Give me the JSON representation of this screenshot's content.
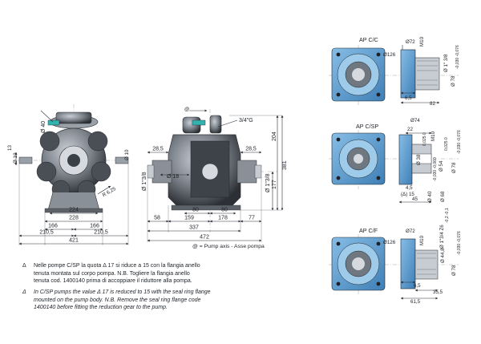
{
  "colors": {
    "body_dark": "#2f3338",
    "body_mid": "#6d737b",
    "body_light": "#b9bec5",
    "flange_blue": "#5f9fd0",
    "flange_blue_dark": "#3a78ad",
    "accent_teal": "#33b3b0"
  },
  "front_view": {
    "dims": {
      "d40": "Ø 40",
      "dim_13": "13",
      "d10_left": "Ø 10",
      "d10_right": "Ø 10",
      "r625": "R 6,25",
      "w224": "224",
      "w228": "228",
      "w166a": "166",
      "w166b": "166",
      "w2105a": "210,5",
      "w2105b": "210,5",
      "w421": "421"
    }
  },
  "side_view": {
    "dims": {
      "inlet": "3/4\"G",
      "w285a": "28,5",
      "w285b": "28,5",
      "d18": "Ø 18",
      "thread_left": "Ø 1\"3/8",
      "thread_right": "Ø 1\"3/8",
      "h204": "204",
      "h381": "381",
      "h177": "177",
      "w80a": "80",
      "w80b": "80",
      "w58": "58",
      "w159": "159",
      "w178": "178",
      "w77": "77",
      "w337": "337",
      "w472": "472"
    },
    "legend_symbol": "@",
    "legend_text": "@ = Pump axis - Asse pompa",
    "symbol_at": "@"
  },
  "variants": [
    {
      "title": "AP C/C",
      "dims": {
        "d72": "Ø72",
        "d126": "Ø126",
        "m10": "M10",
        "spline": "Ø 1\" 3/8",
        "d78": "Ø 78",
        "tol": "-0,030\n-0,076",
        "w65": "6,5",
        "w82": "82"
      }
    },
    {
      "title": "AP C/SP",
      "dims": {
        "d74": "Ø74",
        "w22": "22",
        "m10": "M10",
        "d38": "Ø 38",
        "d54": "Ø 54",
        "d78": "Ø 78",
        "d40": "Ø 40",
        "d68": "Ø 68",
        "w45a": "4,5",
        "w15": "(Δ) 15",
        "w45b": "45",
        "tol1": "0,025\n0",
        "tol2": "0,025\n0",
        "tol3": "-0,030\n-0,060",
        "tol4": "-0,030\n-0,076"
      }
    },
    {
      "title": "AP C/F",
      "dims": {
        "d72": "Ø72",
        "d126": "Ø126",
        "m10": "M10",
        "spline": "Ø 1\"3/4 Z6",
        "d448": "Ø 44,8",
        "d78": "Ø 78",
        "tol1": "-0,2\n-0,1",
        "tol2": "-0,030\n-0,076",
        "w65": "6,5",
        "w355": "35,5",
        "w615": "61,5"
      }
    }
  ],
  "notes": [
    {
      "symbol": "Δ",
      "lang": "it",
      "lines": [
        "Nelle pompe C/SP la quota Δ 17 si riduce a 15 con la flangia anello",
        "tenuta montata sul corpo pompa.   N.B. Togliere la flangia anello",
        "tenuta cod. 1400140 prima di accoppiare il riduttore alla pompa."
      ]
    },
    {
      "symbol": "Δ",
      "lang": "en",
      "lines": [
        "In C/SP pumps the value Δ 17 is reduced to 15 with the seal ring flange",
        "mounted on the pump body. N.B. Remove the seal ring flange code",
        "1400140 before fitting the reduction gear to the pump."
      ]
    }
  ]
}
